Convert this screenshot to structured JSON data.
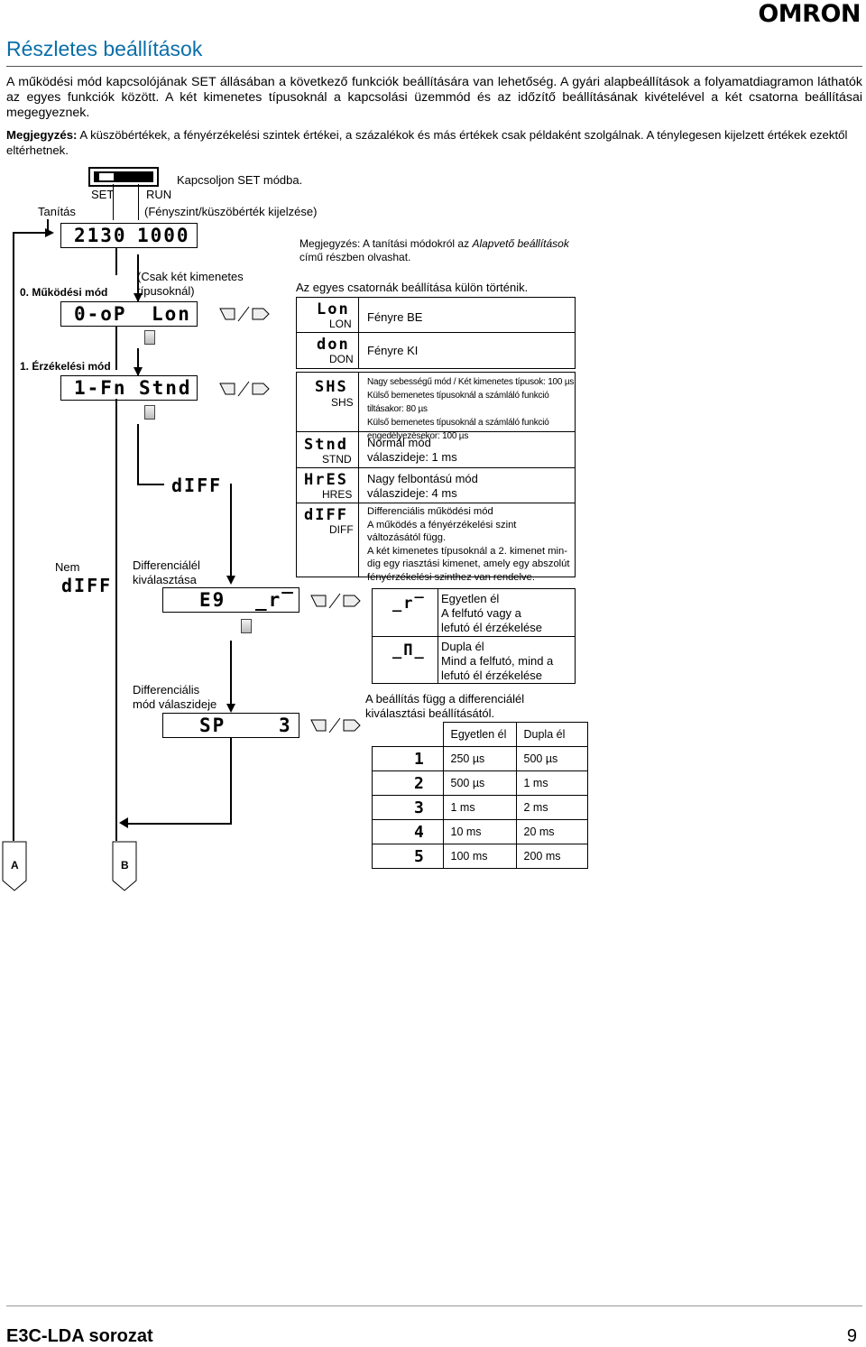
{
  "logo": "OMRON",
  "title": "Részletes beállítások",
  "intro": "A működési mód kapcsolójának SET állásában a következő funkciók beállítására van lehetőség. A gyári alapbeállítások a folyamatdiagramon láthatók az egyes funkciók között. A két kimenetes típusoknál a kapcsolási üzemmód és az időzítő beállításának kivételével a két csatorna beállításai megegyeznek.",
  "note": {
    "label": "Megjegyzés:",
    "text": "A küszöbértékek, a fényérzékelési szintek értékei, a százalékok és más értékek csak példaként szolgálnak. A ténylegesen kijelzett értékek ezektől eltérhetnek."
  },
  "switch": {
    "set": "SET",
    "run": "RUN",
    "instruction": "Kapcsoljon SET módba.",
    "display_note": "(Fényszint/küszöbérték kijelzése)"
  },
  "teach_label": "Tanítás",
  "display1": {
    "left": "2130",
    "right": "1000"
  },
  "teach_note": {
    "prefix": "Megjegyzés: A tanítási módokról az ",
    "link": "Alapvető beállítások",
    "suffix": "című részben olvashat."
  },
  "mode0": {
    "label": "0. Működési mód",
    "two_output_note": "(Csak két kimenetes típusoknál)",
    "display_left": "0-oP",
    "display_right": "Lon",
    "channel_note": "Az egyes csatornák beállítása külön történik."
  },
  "mode0_options": [
    {
      "seg": "Lon",
      "code": "LON",
      "desc": "Fényre BE"
    },
    {
      "seg": "don",
      "code": "DON",
      "desc": "Fényre KI"
    }
  ],
  "mode1": {
    "label": "1. Érzékelési mód",
    "display_left": "1-Fn",
    "display_right": "Stnd"
  },
  "mode1_options": [
    {
      "seg": "SHS",
      "code": "SHS",
      "desc": [
        "Nagy sebességű mód / Két kimenetes típusok: 100 µs",
        "Külső bemenetes típusoknál a számláló funkció tiltásakor: 80 µs",
        "Külső bemenetes típusoknál a számláló funkció",
        "engedélyezésekor: 100 µs"
      ]
    },
    {
      "seg": "Stnd",
      "code": "STND",
      "desc": [
        "Normál mód",
        "válaszideje: 1 ms"
      ]
    },
    {
      "seg": "HrES",
      "code": "HRES",
      "desc": [
        "Nagy felbontású mód",
        "válaszideje: 4 ms"
      ]
    },
    {
      "seg": "dIFF",
      "code": "DIFF",
      "desc": [
        "Differenciális működési mód",
        "A működés a fényérzékelési szint",
        "változásától függ.",
        "A két kimenetes típusoknál a 2. kimenet min-",
        "dig egy riasztási kimenet, amely egy abszolút",
        "fényérzékelési szinthez van rendelve."
      ]
    }
  ],
  "diff_seg": "dIFF",
  "nem": {
    "label": "Nem",
    "seg": "dIFF"
  },
  "edge": {
    "label": [
      "Differenciálél",
      "kiválasztása"
    ],
    "display_left": "E9",
    "display_right": "_r‾",
    "options": [
      {
        "seg": "_r‾",
        "desc": [
          "Egyetlen él",
          "A felfutó vagy a",
          "lefutó él érzékelése"
        ]
      },
      {
        "seg": "_Π_",
        "desc": [
          "Dupla él",
          "Mind a felfutó, mind a",
          "lefutó él érzékelése"
        ]
      }
    ]
  },
  "resp": {
    "label": [
      "Differenciális",
      "mód válaszideje"
    ],
    "display_left": "SP",
    "display_right": "3",
    "note": [
      "A beállítás függ a differenciálél",
      "kiválasztási beállításától."
    ],
    "headers": [
      "Egyetlen él",
      "Dupla él"
    ],
    "rows": [
      {
        "seg": "1",
        "single": "250 µs",
        "double": "500 µs"
      },
      {
        "seg": "2",
        "single": "500 µs",
        "double": "1 ms"
      },
      {
        "seg": "3",
        "single": "1 ms",
        "double": "2 ms"
      },
      {
        "seg": "4",
        "single": "10 ms",
        "double": "20 ms"
      },
      {
        "seg": "5",
        "single": "100 ms",
        "double": "200 ms"
      }
    ]
  },
  "connectors": {
    "a": "A",
    "b": "B"
  },
  "footer": {
    "series": "E3C-LDA sorozat",
    "page": "9"
  }
}
